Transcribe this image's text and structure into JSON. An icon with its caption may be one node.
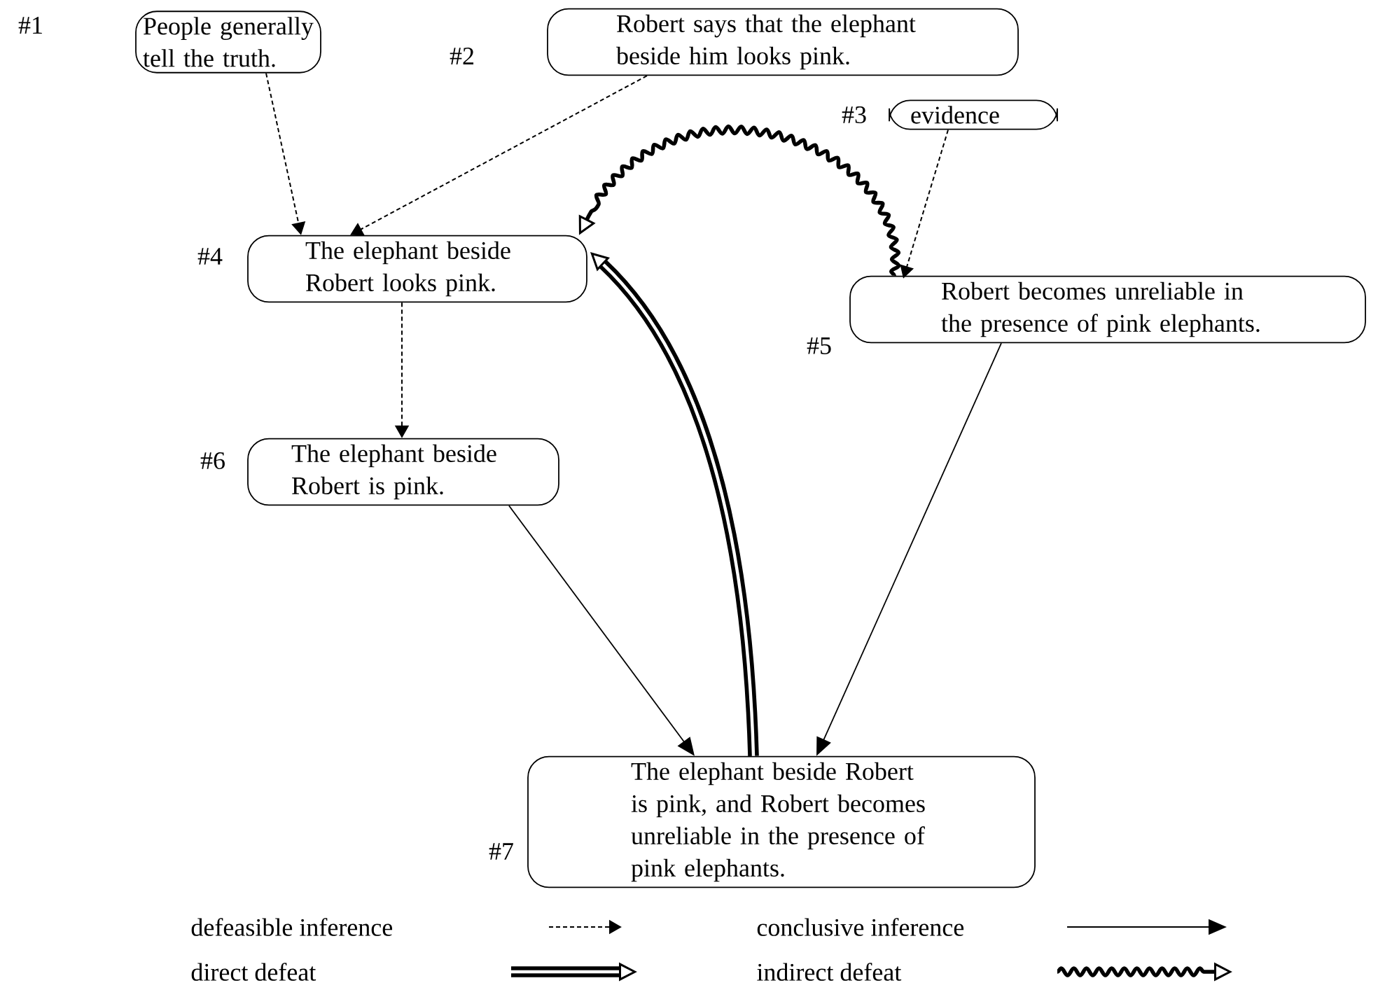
{
  "diagram": {
    "nodes": [
      {
        "text": [
          "People generally tell the truth."
        ],
        "beside": [
          "#1"
        ]
      },
      {
        "text": [
          "Robert says that the elephant beside him looks pink."
        ],
        "beside": [
          "#2"
        ]
      },
      {
        "text": [
          "evidence"
        ],
        "beside": [
          "#3"
        ]
      },
      {
        "text": [
          "The elephant beside Robert looks pink."
        ],
        "beside": [
          "#4"
        ]
      },
      {
        "text": [
          "Robert becomes unreliable in the presence of pink elephants."
        ],
        "beside": [
          "#5"
        ]
      },
      {
        "text": [
          "The elephant beside Robert is pink."
        ],
        "beside": [
          "#6"
        ]
      },
      {
        "text": [
          "The elephant beside Robert is pink, and Robert becomes unreliable in the presence of pink elephants."
        ],
        "beside": [
          "#7"
        ]
      }
    ],
    "edges": [
      {
        "from": 0,
        "to": 3,
        "arrow": "to",
        "style": "dashed"
      },
      {
        "from": 1,
        "to": 3,
        "arrow": "to",
        "style": "dashed"
      },
      {
        "from": 2,
        "to": 4,
        "arrow": "to",
        "style": "dashed"
      },
      {
        "from": 3,
        "to": 5,
        "arrow": "to",
        "style": "dashed"
      },
      {
        "from": 5,
        "to": 6,
        "arrow": "to"
      },
      {
        "from": 4,
        "to": 6,
        "arrow": "to"
      },
      {
        "from": 6,
        "to": 3,
        "arrow": "to",
        "style": "thick"
      },
      {
        "from": 4,
        "to": 3,
        "arrow": "to",
        "style": "thick"
      }
    ],
    "legend": [
      {
        "text": "defeasible inference"
      },
      {
        "text": "conclusive inference"
      },
      {
        "text": "direct defeat"
      },
      {
        "text": "indirect defeat"
      }
    ]
  }
}
